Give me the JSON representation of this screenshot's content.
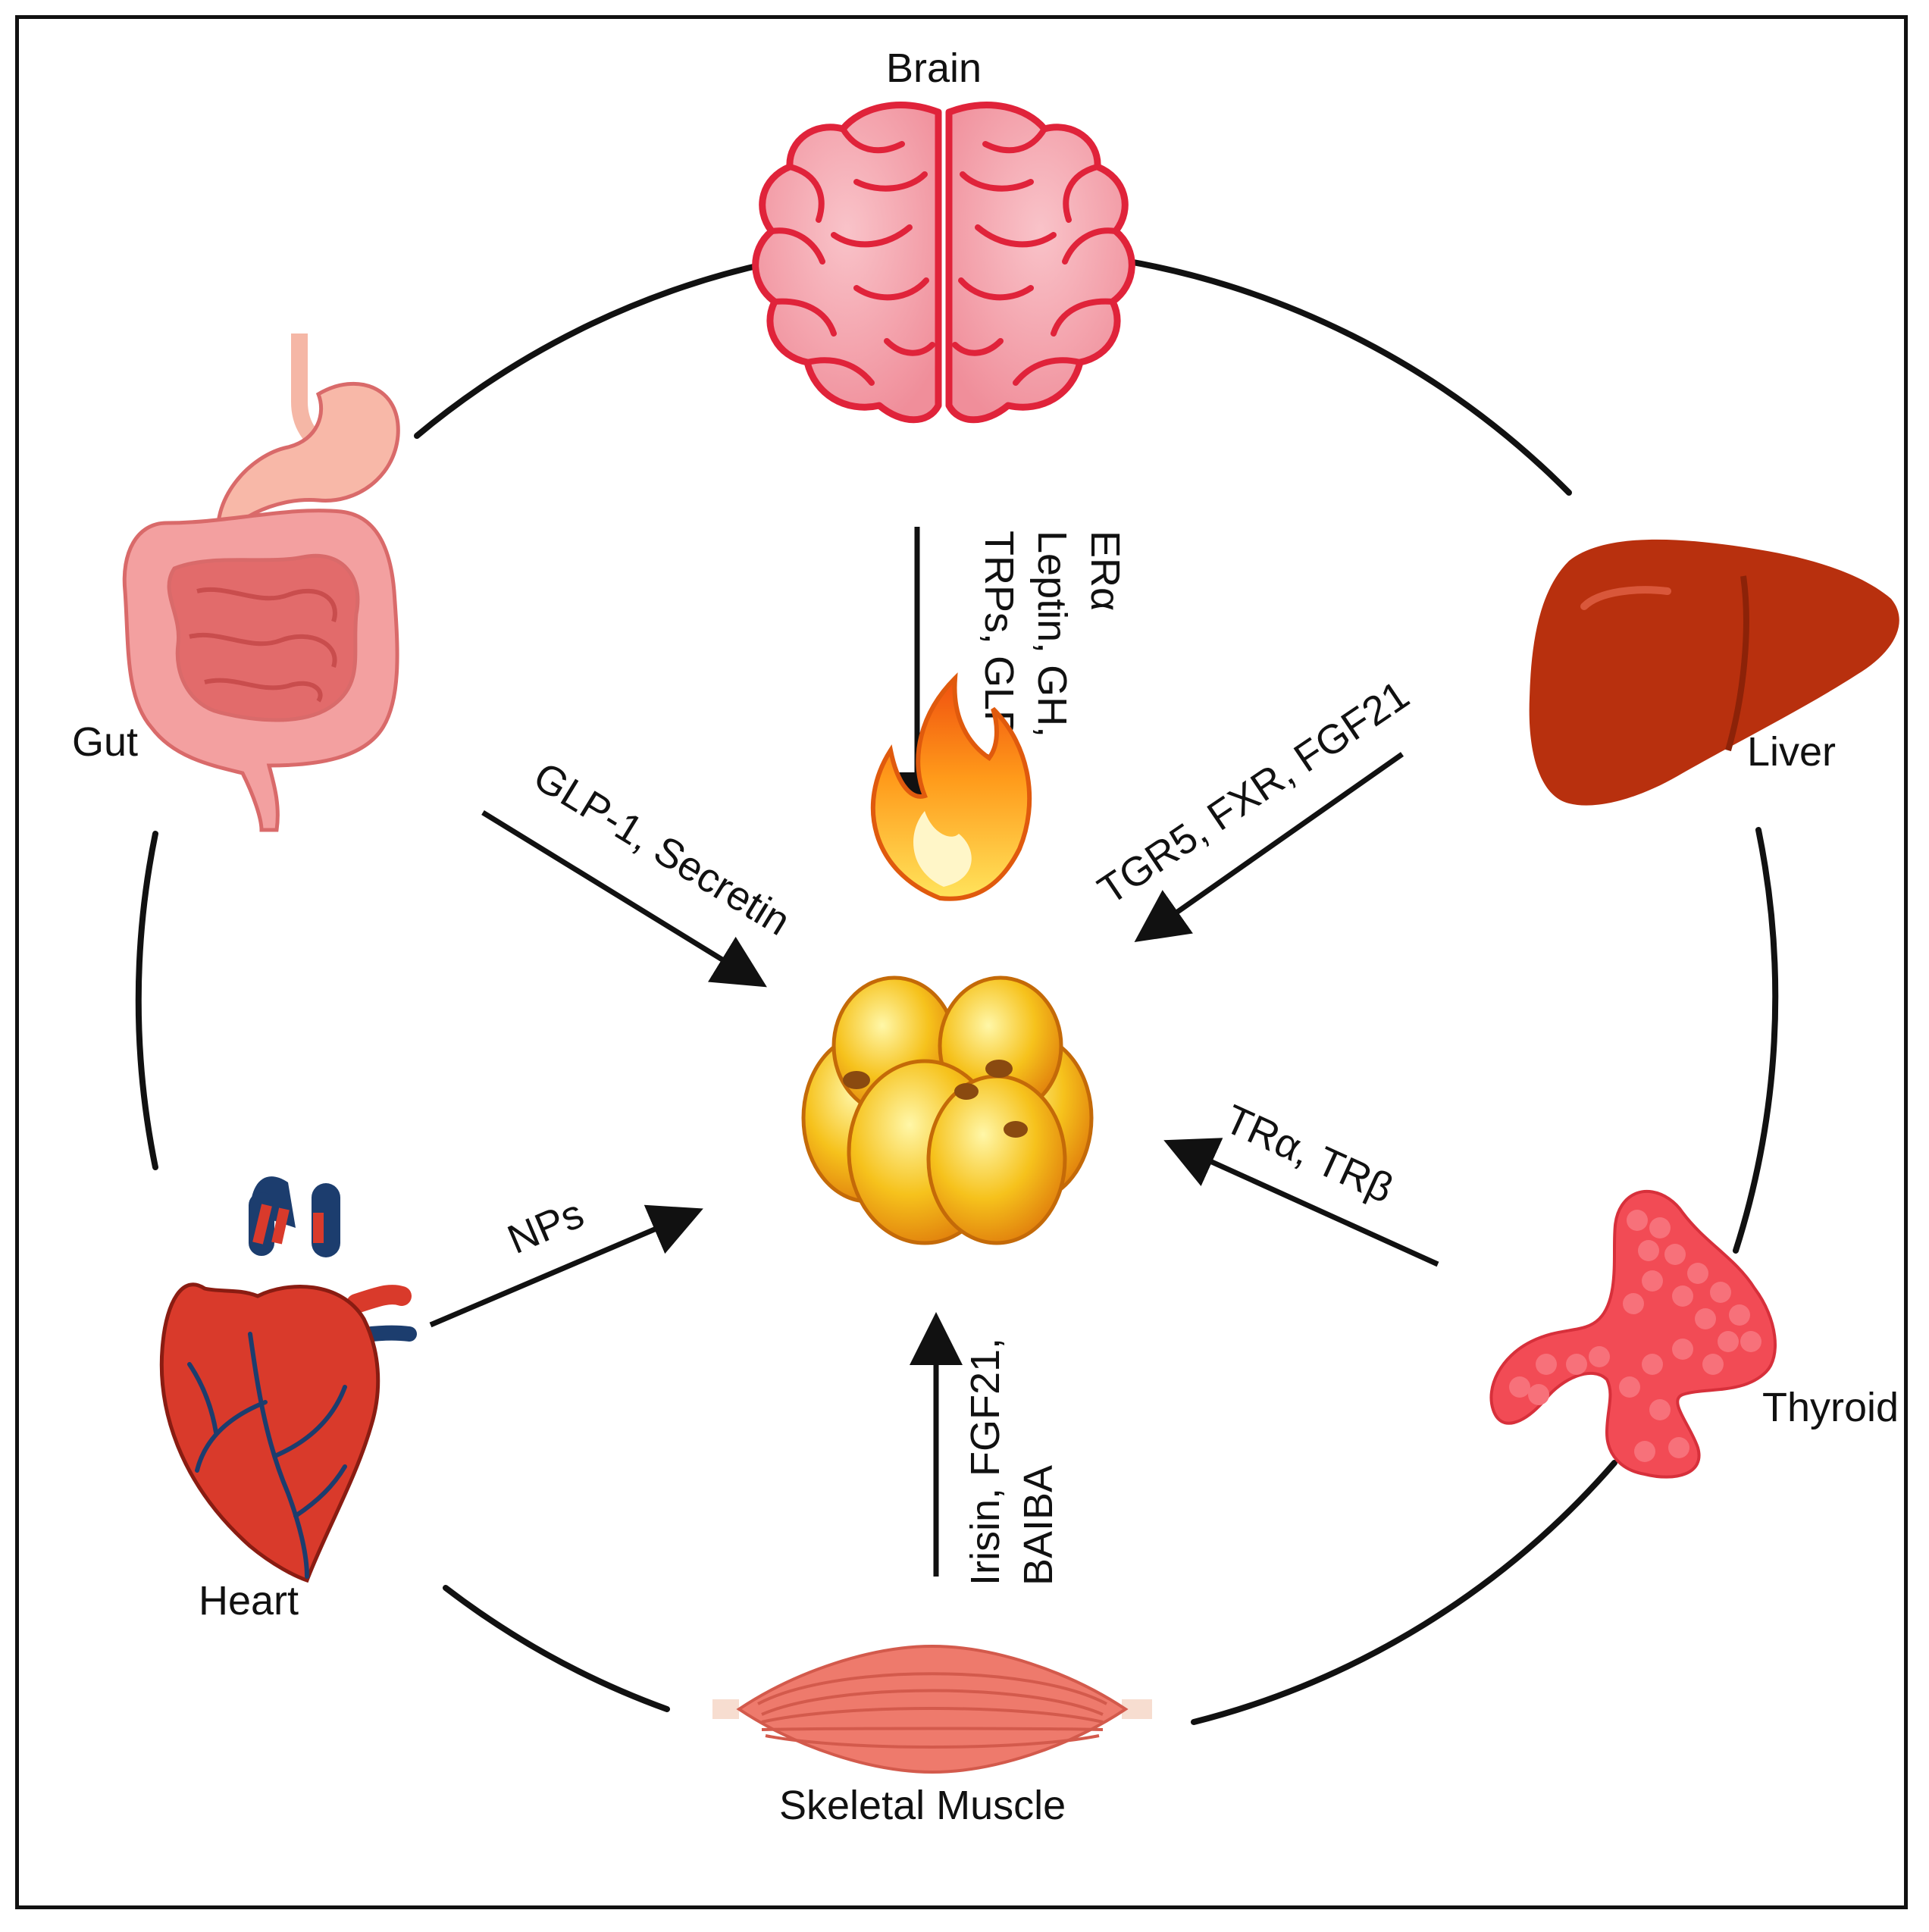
{
  "organs": {
    "brain": "Brain",
    "gut": "Gut",
    "liver": "Liver",
    "heart": "Heart",
    "thyroid": "Thyroid",
    "muscle": "Skeletal Muscle"
  },
  "signals": {
    "brain": [
      "TRPs, GLP-1,",
      "Leptin, GH,",
      "ERα"
    ],
    "gut": "GLP-1, Secretin",
    "liver": "TGR5, FXR, FGF21",
    "heart": "NPs",
    "thyroid": "TRα, TRβ",
    "muscle": [
      "Irisin, FGF21,",
      "BAIBA"
    ]
  },
  "colors": {
    "brain": "#f4a3ad",
    "brain_line": "#e0233a",
    "gut": "#f3a0a0",
    "liver": "#b8300e",
    "heart": "#d93a2b",
    "heart_vessels": "#1c3d6e",
    "thyroid": "#f24b55",
    "muscle": "#ee7a6c",
    "flame": "#ff9a1a",
    "fat_cell": "#f6c21c"
  },
  "icons": {
    "center": "fire-fat-cells-icon"
  }
}
